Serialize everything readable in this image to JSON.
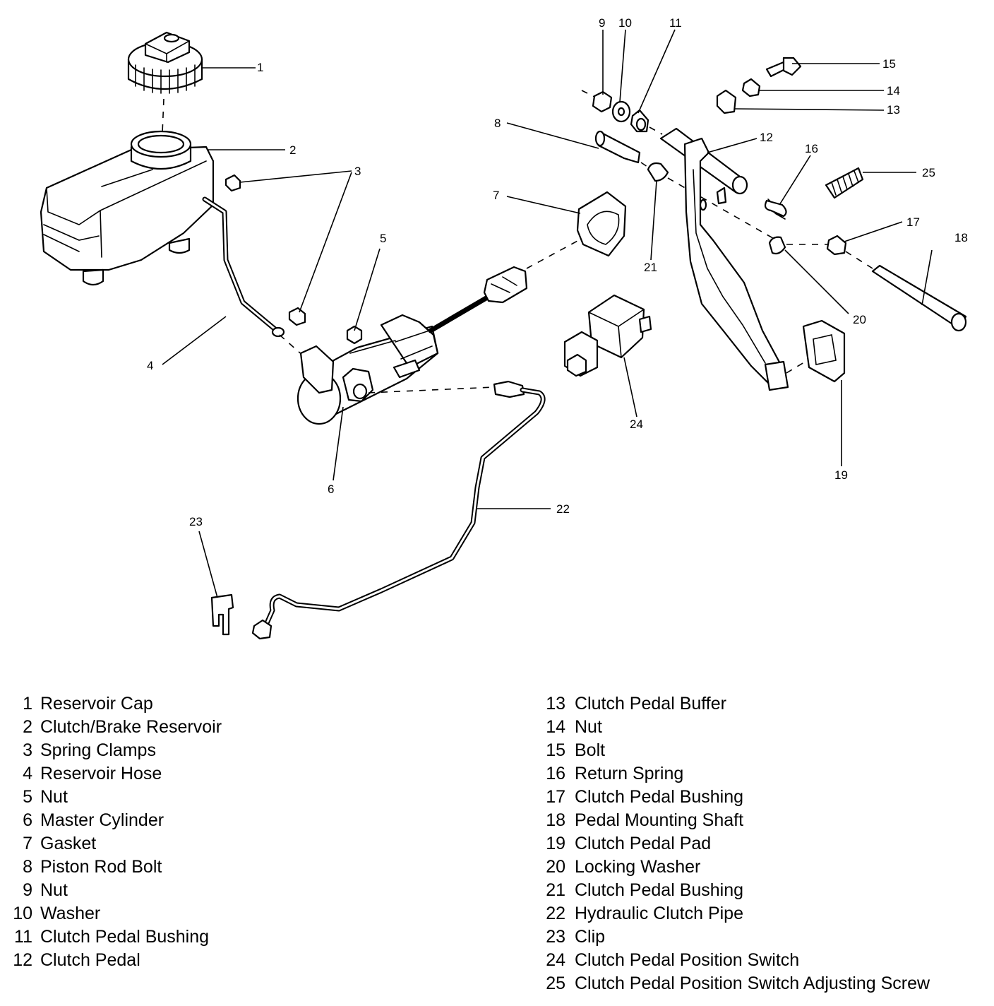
{
  "callouts": [
    "1",
    "2",
    "3",
    "4",
    "5",
    "6",
    "7",
    "8",
    "9",
    "10",
    "11",
    "12",
    "13",
    "14",
    "15",
    "16",
    "17",
    "18",
    "19",
    "20",
    "21",
    "22",
    "23",
    "24",
    "25"
  ],
  "legend": [
    {
      "num": "1",
      "label": "Reservoir Cap"
    },
    {
      "num": "2",
      "label": "Clutch/Brake Reservoir"
    },
    {
      "num": "3",
      "label": "Spring Clamps"
    },
    {
      "num": "4",
      "label": "Reservoir Hose"
    },
    {
      "num": "5",
      "label": "Nut"
    },
    {
      "num": "6",
      "label": "Master Cylinder"
    },
    {
      "num": "7",
      "label": "Gasket"
    },
    {
      "num": "8",
      "label": "Piston Rod Bolt"
    },
    {
      "num": "9",
      "label": "Nut"
    },
    {
      "num": "10",
      "label": "Washer"
    },
    {
      "num": "11",
      "label": "Clutch Pedal Bushing"
    },
    {
      "num": "12",
      "label": "Clutch Pedal"
    },
    {
      "num": "13",
      "label": "Clutch Pedal Buffer"
    },
    {
      "num": "14",
      "label": "Nut"
    },
    {
      "num": "15",
      "label": "Bolt"
    },
    {
      "num": "16",
      "label": "Return Spring"
    },
    {
      "num": "17",
      "label": "Clutch Pedal Bushing"
    },
    {
      "num": "18",
      "label": "Pedal Mounting Shaft"
    },
    {
      "num": "19",
      "label": "Clutch Pedal Pad"
    },
    {
      "num": "20",
      "label": "Locking Washer"
    },
    {
      "num": "21",
      "label": "Clutch Pedal Bushing"
    },
    {
      "num": "22",
      "label": "Hydraulic Clutch Pipe"
    },
    {
      "num": "23",
      "label": "Clip"
    },
    {
      "num": "24",
      "label": "Clutch Pedal Position Switch"
    },
    {
      "num": "25",
      "label": "Clutch Pedal Position Switch Adjusting Screw"
    }
  ]
}
